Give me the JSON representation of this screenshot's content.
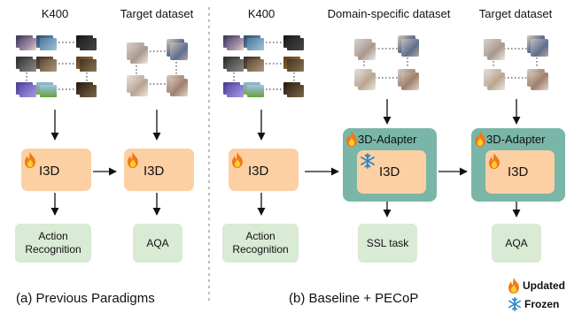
{
  "left": {
    "header_k400": "K400",
    "header_target": "Target dataset",
    "model_pre": "I3D",
    "model_ft": "I3D",
    "task_action_line1": "Action",
    "task_action_line2": "Recognition",
    "task_aqa": "AQA",
    "caption": "(a) Previous Paradigms"
  },
  "right": {
    "header_k400": "K400",
    "header_domain": "Domain-specific dataset",
    "header_target": "Target dataset",
    "model_pre": "I3D",
    "adapter1_label": "3D-Adapter",
    "adapter1_model": "I3D",
    "adapter2_label": "3D-Adapter",
    "adapter2_model": "I3D",
    "task_action_line1": "Action",
    "task_action_line2": "Recognition",
    "task_ssl": "SSL task",
    "task_aqa": "AQA",
    "caption": "(b) Baseline + PECoP"
  },
  "legend": {
    "updated": "Updated",
    "frozen": "Frozen"
  },
  "icons": [
    "fire-icon",
    "snowflake-icon"
  ],
  "colors": {
    "model_fill": "#fcd0a3",
    "adapter_fill": "#79b6a8",
    "task_fill": "#d9ead5",
    "fire": "#f07a17",
    "snowflake": "#2f86c8"
  }
}
